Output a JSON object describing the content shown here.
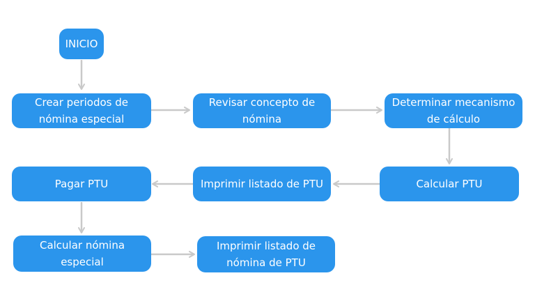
{
  "colors": {
    "node_fill": "#2b95ec",
    "node_text": "#ffffff",
    "connector": "#c9c9c9",
    "background": "#ffffff"
  },
  "nodes": {
    "inicio": "INICIO",
    "crear_periodos": "Crear periodos de\nnómina especial",
    "revisar_concepto": "Revisar concepto de\nnómina",
    "determinar_mecanismo": "Determinar mecanismo\nde cálculo",
    "calcular_ptu": "Calcular PTU",
    "imprimir_listado_ptu": "Imprimir listado de PTU",
    "pagar_ptu": "Pagar PTU",
    "calcular_nomina_especial": "Calcular nómina\nespecial",
    "imprimir_listado_nomina_ptu": "Imprimir listado de\nnómina de PTU"
  }
}
